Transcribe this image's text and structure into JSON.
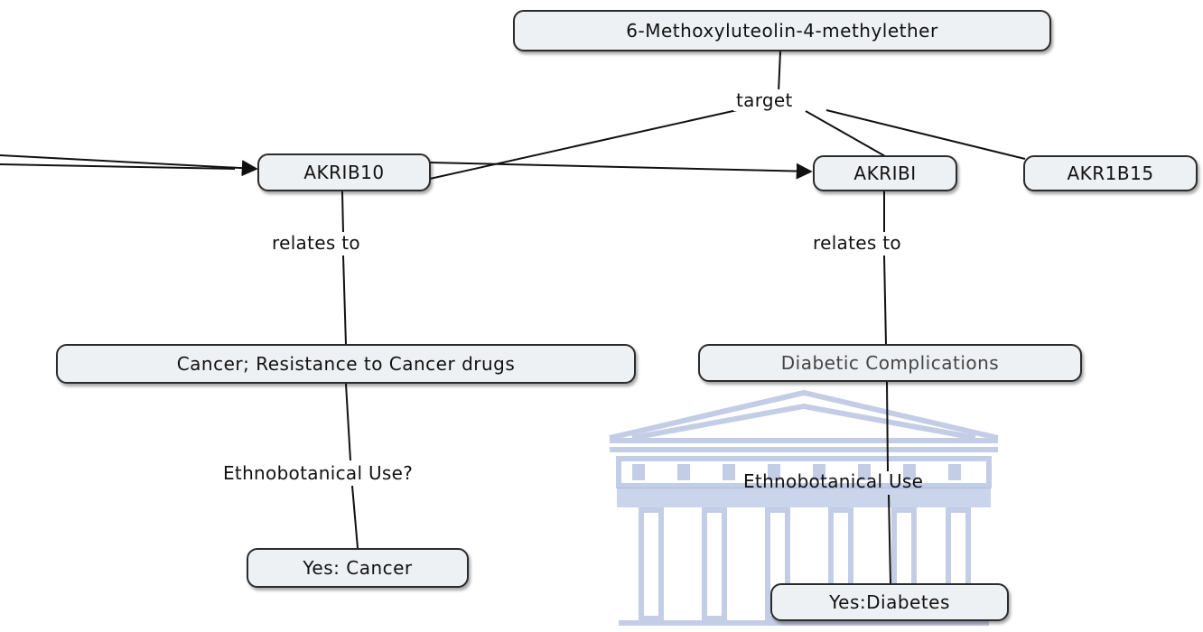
{
  "nodes": {
    "methoxyluteolin": "6-Methoxyluteolin-4-methylether",
    "akrib10": "AKRIB10",
    "akribi": "AKRIBI",
    "akr1b15": "AKR1B15",
    "cancer": "Cancer; Resistance to Cancer drugs",
    "diabetic": "Diabetic Complications",
    "yes_cancer": "Yes: Cancer",
    "yes_diabetes": "Yes:Diabetes"
  },
  "links": {
    "target": "target",
    "relates_to_left": "relates to",
    "relates_to_right": "relates to",
    "ethno_question": "Ethnobotanical Use?",
    "ethno": "Ethnobotanical Use"
  },
  "colors": {
    "node_fill": "#edf1f4",
    "node_border": "#2b2b2b",
    "line": "#111111",
    "watermark": "#7f94c7"
  }
}
